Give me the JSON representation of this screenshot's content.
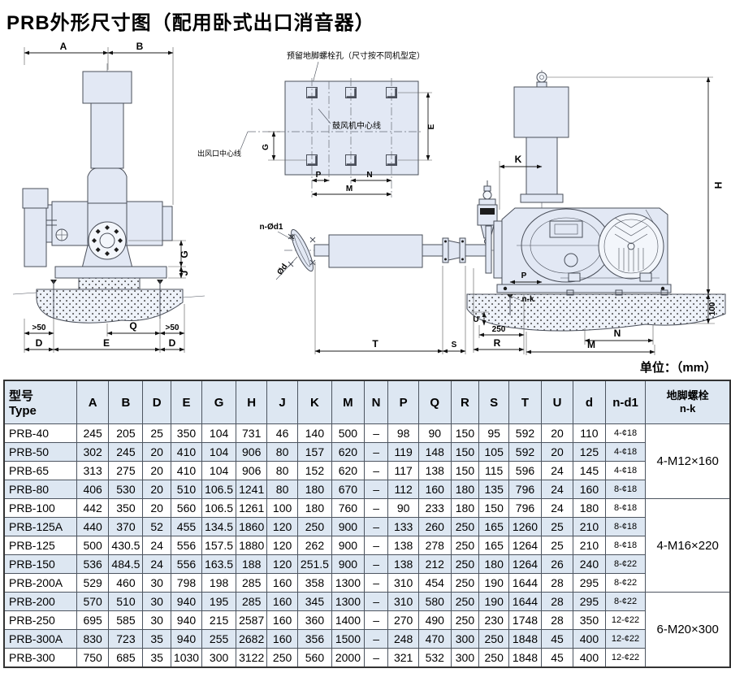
{
  "title": "PRB外形尺寸图（配用卧式出口消音器）",
  "unit_label": "单位：（mm）",
  "drawings": {
    "foundation_note": "预留地脚螺栓孔（尺寸按不同机型定）",
    "blower_centerline": "鼓风机中心线",
    "outlet_centerline": "出风口中心线"
  },
  "dims": {
    "A": "A",
    "B": "B",
    "D": "D",
    "E": "E",
    "G": "G",
    "H": "H",
    "J": "J",
    "K": "K",
    "M": "M",
    "N": "N",
    "P": "P",
    "Q": "Q",
    "R": "R",
    "S": "S",
    "T": "T",
    "U": "U",
    "gt50": ">50",
    "n100": "100",
    "n250": "250",
    "nk": "n-k",
    "ndd1": "n-Ød1",
    "od": "Ød"
  },
  "table": {
    "type_header": {
      "line1": "型号",
      "line2": "Type"
    },
    "dim_headers": [
      "A",
      "B",
      "D",
      "E",
      "G",
      "H",
      "J",
      "K",
      "M",
      "N",
      "P",
      "Q",
      "R",
      "S",
      "T",
      "U",
      "d",
      "n-d1"
    ],
    "anchor_header": {
      "line1": "地脚螺栓",
      "line2": "n-k"
    },
    "rows": [
      {
        "type": "PRB-40",
        "values": [
          "245",
          "205",
          "25",
          "350",
          "104",
          "731",
          "46",
          "140",
          "500",
          "–",
          "98",
          "90",
          "150",
          "95",
          "592",
          "20",
          "110"
        ],
        "nd1": "4-¢18"
      },
      {
        "type": "PRB-50",
        "values": [
          "302",
          "245",
          "20",
          "410",
          "104",
          "906",
          "80",
          "157",
          "620",
          "–",
          "119",
          "148",
          "150",
          "105",
          "592",
          "20",
          "125"
        ],
        "nd1": "4-¢18"
      },
      {
        "type": "PRB-65",
        "values": [
          "313",
          "275",
          "20",
          "410",
          "104",
          "906",
          "80",
          "152",
          "620",
          "–",
          "117",
          "138",
          "150",
          "115",
          "596",
          "24",
          "145"
        ],
        "nd1": "4-¢18"
      },
      {
        "type": "PRB-80",
        "values": [
          "406",
          "530",
          "20",
          "510",
          "106.5",
          "1241",
          "80",
          "180",
          "670",
          "–",
          "112",
          "160",
          "180",
          "135",
          "796",
          "24",
          "160"
        ],
        "nd1": "8-¢18"
      },
      {
        "type": "PRB-100",
        "values": [
          "442",
          "350",
          "20",
          "560",
          "106.5",
          "1261",
          "100",
          "180",
          "760",
          "–",
          "90",
          "233",
          "180",
          "150",
          "796",
          "24",
          "180"
        ],
        "nd1": "8-¢18"
      },
      {
        "type": "PRB-125A",
        "values": [
          "440",
          "370",
          "52",
          "455",
          "134.5",
          "1860",
          "120",
          "250",
          "900",
          "–",
          "133",
          "260",
          "250",
          "165",
          "1260",
          "25",
          "210"
        ],
        "nd1": "8-¢18"
      },
      {
        "type": "PRB-125",
        "values": [
          "500",
          "430.5",
          "24",
          "556",
          "157.5",
          "1880",
          "120",
          "262",
          "900",
          "–",
          "138",
          "278",
          "250",
          "165",
          "1264",
          "25",
          "210"
        ],
        "nd1": "8-¢18"
      },
      {
        "type": "PRB-150",
        "values": [
          "536",
          "484.5",
          "24",
          "556",
          "163.5",
          "188",
          "120",
          "251.5",
          "900",
          "–",
          "138",
          "212",
          "250",
          "180",
          "1264",
          "26",
          "240"
        ],
        "nd1": "8-¢22"
      },
      {
        "type": "PRB-200A",
        "values": [
          "529",
          "460",
          "30",
          "798",
          "198",
          "285",
          "160",
          "358",
          "1300",
          "–",
          "310",
          "454",
          "250",
          "190",
          "1644",
          "28",
          "295"
        ],
        "nd1": "8-¢22"
      },
      {
        "type": "PRB-200",
        "values": [
          "570",
          "510",
          "30",
          "940",
          "195",
          "285",
          "160",
          "345",
          "1300",
          "–",
          "310",
          "580",
          "250",
          "190",
          "1644",
          "28",
          "295"
        ],
        "nd1": "8-¢22"
      },
      {
        "type": "PRB-250",
        "values": [
          "695",
          "585",
          "30",
          "940",
          "215",
          "2587",
          "160",
          "360",
          "1400",
          "–",
          "270",
          "490",
          "250",
          "230",
          "1748",
          "28",
          "350"
        ],
        "nd1": "12-¢22"
      },
      {
        "type": "PRB-300A",
        "values": [
          "830",
          "723",
          "35",
          "940",
          "255",
          "2682",
          "160",
          "356",
          "1500",
          "–",
          "248",
          "470",
          "300",
          "250",
          "1848",
          "45",
          "400"
        ],
        "nd1": "12-¢22"
      },
      {
        "type": "PRB-300",
        "values": [
          "750",
          "685",
          "35",
          "1030",
          "300",
          "3122",
          "250",
          "560",
          "2000",
          "–",
          "321",
          "532",
          "300",
          "250",
          "1848",
          "45",
          "400"
        ],
        "nd1": "12-¢22"
      }
    ],
    "anchor_groups": [
      {
        "label": "4-M12×160",
        "rows": 4
      },
      {
        "label": "4-M16×220",
        "rows": 5
      },
      {
        "label": "6-M20×300",
        "rows": 4
      }
    ]
  }
}
